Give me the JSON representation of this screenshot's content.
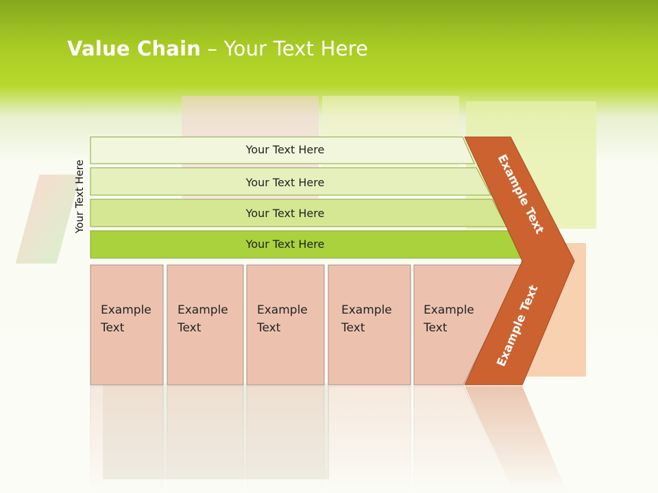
{
  "title": {
    "bold": "Value Chain",
    "rest": " – Your Text Here"
  },
  "side_label": "Your Text Here",
  "support_activities": [
    "Your Text Here",
    "Your Text Here",
    "Your Text Here",
    "Your Text Here"
  ],
  "primary_activities": [
    [
      "Example",
      "Text"
    ],
    [
      "Example",
      "Text"
    ],
    [
      "Example",
      "Text"
    ],
    [
      "Example",
      "Text"
    ],
    [
      "Example",
      "Text"
    ]
  ],
  "margin_labels": {
    "upper": "Example Text",
    "lower": "Example Text"
  },
  "colors": {
    "band_fills": [
      "#f1f6dc",
      "#e6f0bd",
      "#d5e793",
      "#a9d23d"
    ],
    "band_stroke": "#8aa63a",
    "box_fill": "#ecc2af",
    "box_stroke": "#a98c80",
    "chevron": "#cc6230",
    "chevron_stroke": "#a44a20"
  }
}
